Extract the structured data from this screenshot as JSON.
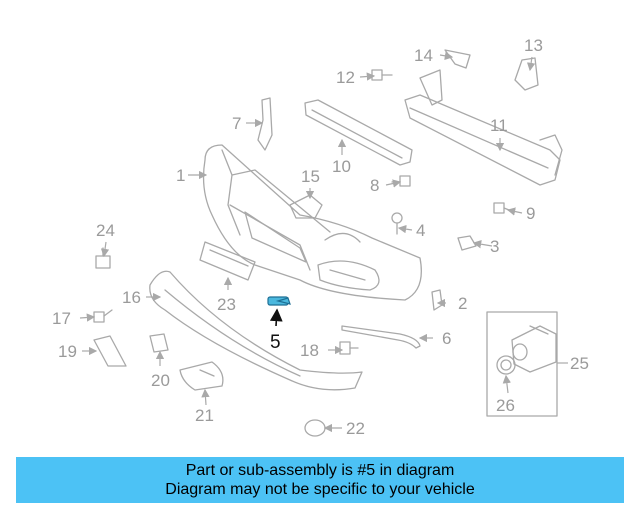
{
  "diagram": {
    "callouts": {
      "p1": "1",
      "p2": "2",
      "p3": "3",
      "p4": "4",
      "p5": "5",
      "p6": "6",
      "p7": "7",
      "p8": "8",
      "p9": "9",
      "p10": "10",
      "p11": "11",
      "p12": "12",
      "p13": "13",
      "p14": "14",
      "p15": "15",
      "p16": "16",
      "p17": "17",
      "p18": "18",
      "p19": "19",
      "p20": "20",
      "p21": "21",
      "p22": "22",
      "p23": "23",
      "p24": "24",
      "p25": "25",
      "p26": "26"
    },
    "highlighted_part": "5",
    "colors": {
      "highlight": "#4bb8de",
      "parts": "#a9a9a9",
      "banner": "#4cc2f5"
    }
  },
  "banner": {
    "line1": "Part or sub-assembly is #5 in diagram",
    "line2": "Diagram may not be specific to your vehicle"
  }
}
